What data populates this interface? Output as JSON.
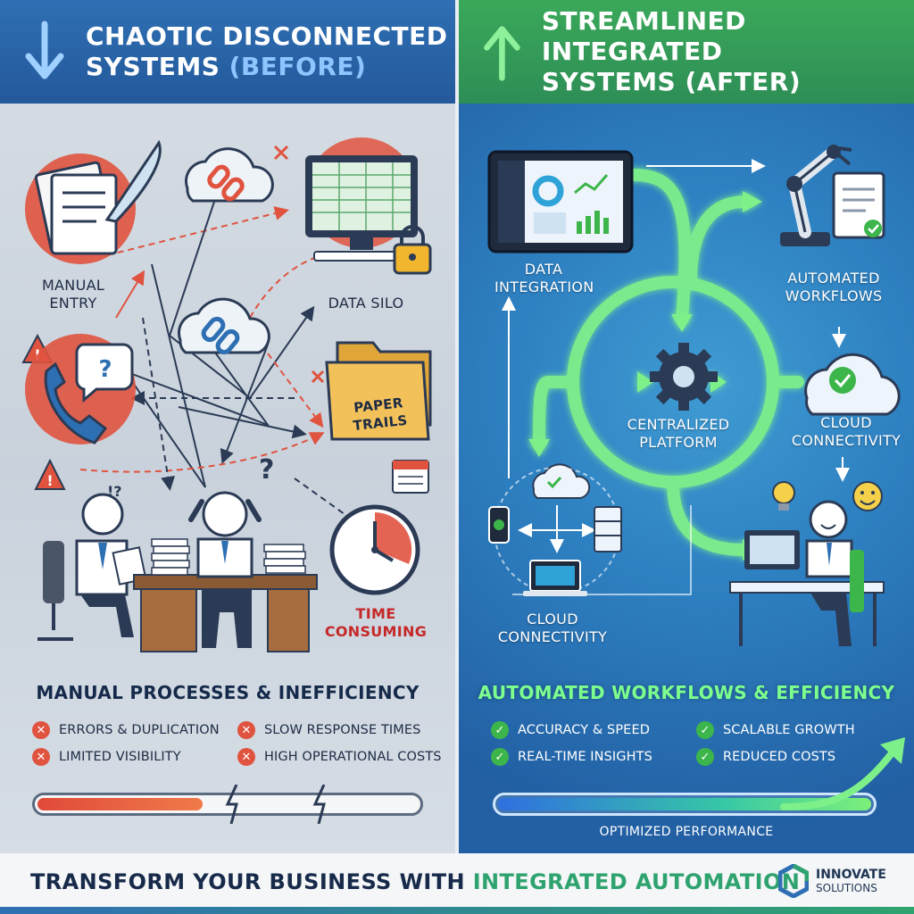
{
  "before": {
    "title_line1": "CHAOTIC DISCONNECTED",
    "title_line2": "SYSTEMS",
    "title_highlight": "(BEFORE)",
    "labels": {
      "manual_entry": "MANUAL ENTRY",
      "data_silo": "DATA SILO",
      "paper_trails": "PAPER TRAILS",
      "time_consuming": "TIME CONSUMING"
    },
    "subtitle": "MANUAL PROCESSES & INEFFICIENCY",
    "bullets": [
      "ERRORS & DUPLICATION",
      "SLOW RESPONSE TIMES",
      "LIMITED VISIBILITY",
      "HIGH OPERATIONAL COSTS"
    ],
    "colors": {
      "header": "#2f6fb3",
      "accent": "#e0533f"
    }
  },
  "after": {
    "title_line1": "STREAMLINED INTEGRATED",
    "title_line2": "SYSTEMS (AFTER)",
    "labels": {
      "data_integration": "DATA INTEGRATION",
      "automated_workflows": "AUTOMATED WORKFLOWS",
      "centralized_platform": "CENTRALIZED PLATFORM",
      "cloud_connectivity_right": "CLOUD CONNECTIVITY",
      "cloud_connectivity_bottom": "CLOUD CONNECTIVITY"
    },
    "subtitle": "AUTOMATED WORKFLOWS & EFFICIENCY",
    "bullets": [
      "ACCURACY & SPEED",
      "SCALABLE GROWTH",
      "REAL-TIME INSIGHTS",
      "REDUCED COSTS"
    ],
    "bar_caption": "OPTIMIZED PERFORMANCE",
    "colors": {
      "header": "#3aa85a",
      "accent": "#7dff8e"
    }
  },
  "footer": {
    "tagline_start": "TRANSFORM YOUR BUSINESS WITH ",
    "tagline_highlight": "INTEGRATED AUTOMATION",
    "brand_name": "INNOVATE",
    "brand_sub": "SOLUTIONS"
  },
  "icons": [
    "down-arrow-icon",
    "up-arrow-icon",
    "document-quill-icon",
    "cloud-link-icon",
    "monitor-spreadsheet-icon",
    "lock-icon",
    "phone-question-icon",
    "folder-icon",
    "clock-icon",
    "calendar-icon",
    "warning-icon",
    "tablet-dashboard-icon",
    "robot-arm-icon",
    "gear-icon",
    "cloud-check-icon",
    "smartphone-icon",
    "server-icon",
    "laptop-icon",
    "lightbulb-icon",
    "smiley-icon",
    "hexagon-logo-icon"
  ]
}
